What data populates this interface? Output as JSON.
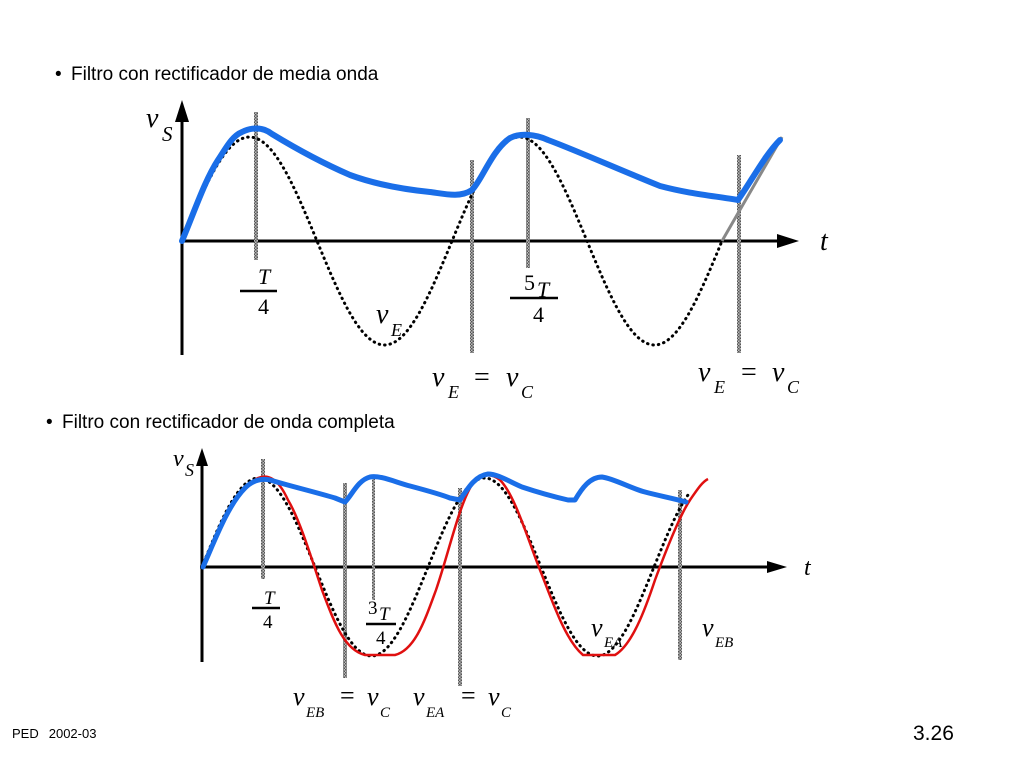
{
  "bullets": [
    "Filtro con rectificador de media onda",
    "Filtro con rectificador de onda completa"
  ],
  "footer": {
    "course": "PED",
    "year": "2002-03",
    "page": "3.26"
  },
  "diagram1": {
    "y_symbol": "v",
    "y_sub": "S",
    "x_symbol": "t",
    "mark1": {
      "num": "T",
      "den": "4"
    },
    "mark2": {
      "num_coef": "5",
      "num_sym": "T",
      "den": "4"
    },
    "ve_symbol": "v",
    "ve_sub": "E",
    "eq1": {
      "a": "v",
      "a_sub": "E",
      "op": "=",
      "b": "v",
      "b_sub": "C"
    },
    "eq2": {
      "a": "v",
      "a_sub": "E",
      "op": "=",
      "b": "v",
      "b_sub": "C"
    }
  },
  "diagram2": {
    "y_symbol": "v",
    "y_sub": "S",
    "x_symbol": "t",
    "mark1": {
      "num": "T",
      "den": "4"
    },
    "mark2": {
      "num_coef": "3",
      "num_sym": "T",
      "den": "4"
    },
    "vea": {
      "sym": "v",
      "sub": "EA"
    },
    "veb": {
      "sym": "v",
      "sub": "EB"
    },
    "eq1": {
      "a": "v",
      "a_sub": "EB",
      "op": "=",
      "b": "v",
      "b_sub": "C"
    },
    "eq2": {
      "a": "v",
      "a_sub": "EA",
      "op": "=",
      "b": "v",
      "b_sub": "C"
    }
  },
  "colors": {
    "filtered": "#1a6ee8",
    "rectified": "#e01010",
    "source": "#000000",
    "marker": "#888888"
  }
}
